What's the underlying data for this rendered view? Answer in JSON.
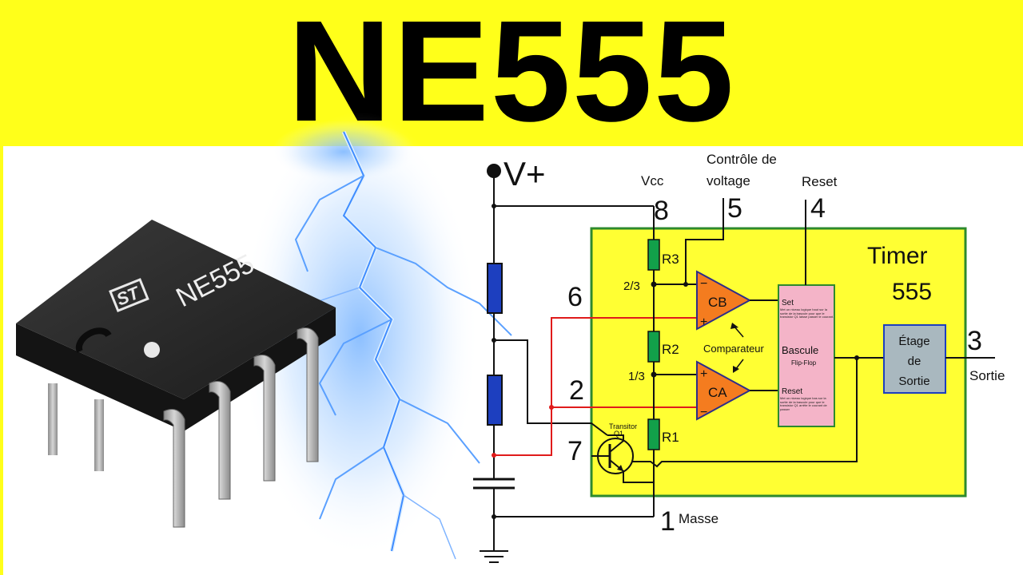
{
  "title": "NE555",
  "chip": {
    "marking": "NE555"
  },
  "pins": {
    "vplus": "V+",
    "vcc_label": "Vcc",
    "vcc_num": "8",
    "control_label_1": "Contrôle de",
    "control_label_2": "voltage",
    "control_num": "5",
    "reset_label": "Reset",
    "reset_num": "4",
    "threshold_num": "6",
    "trigger_num": "2",
    "discharge_num": "7",
    "output_num": "3",
    "output_label": "Sortie",
    "ground_num": "1",
    "ground_label": "Masse"
  },
  "timer": {
    "line1": "Timer",
    "line2": "555"
  },
  "resistors": {
    "r1": "R1",
    "r2": "R2",
    "r3": "R3"
  },
  "divider": {
    "two_thirds": "2/3",
    "one_third": "1/3"
  },
  "comparators": {
    "cb": "CB",
    "ca": "CA",
    "label": "Comparateur"
  },
  "flipflop": {
    "set": "Set",
    "set_note": "Met un niveau logique haut sur la sortie de la bascule pour que le transistor Q1 laisse passer le courant.",
    "name": "Bascule",
    "sub": "Flip-Flop",
    "reset": "Reset",
    "reset_note": "Met un niveau logique bas sur la sortie de la bascule pour que le transistor Q1 arrête le courant de passer"
  },
  "output_stage": {
    "line1": "Étage",
    "line2": "de",
    "line3": "Sortie"
  },
  "transistor": {
    "line1": "Transitor",
    "line2": "Q1"
  },
  "colors": {
    "banner": "#ffff1a",
    "timer_box": "#ffff33",
    "comparator": "#f47c1f",
    "flipflop": "#f4b4c8",
    "output_stage": "#a9b8bf",
    "resistor": "#12a04a",
    "external_resistor": "#1d3fbf",
    "wire_red": "#e01b1b"
  }
}
